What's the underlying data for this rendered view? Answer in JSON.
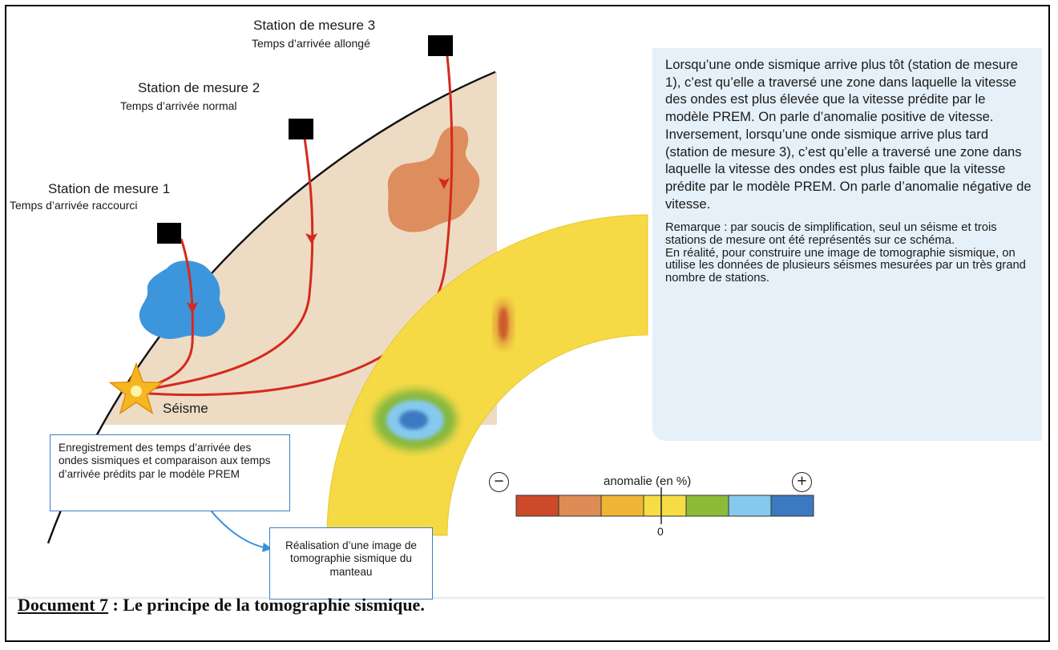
{
  "stations": [
    {
      "name": "Station de mesure 1",
      "time": "Temps d’arrivée raccourci"
    },
    {
      "name": "Station de mesure 2",
      "time": "Temps d’arrivée normal"
    },
    {
      "name": "Station de mesure 3",
      "time": "Temps d’arrivée allongé"
    }
  ],
  "seisme_label": "Séisme",
  "explanation": {
    "para1": "Lorsqu’une onde sismique arrive plus tôt (station de mesure 1), c’est qu’elle a traversé une zone dans laquelle la vitesse des ondes est plus élevée que la vitesse prédite par le modèle PREM. On parle d’anomalie positive de vitesse.",
    "para2": "Inversement, lorsqu’une onde sismique arrive plus tard (station de mesure 3), c’est qu’elle a traversé une zone dans laquelle la vitesse des ondes est plus faible que la vitesse prédite par le modèle PREM. On parle d’anomalie négative de vitesse.",
    "note1": "Remarque : par soucis de simplification, seul un séisme et trois stations de mesure ont été représentés sur ce schéma.",
    "note2": "En réalité, pour construire une image de tomographie sismique, on utilise les données de plusieurs séismes mesurées par un très grand nombre de stations."
  },
  "recording_box": "Enregistrement des temps d’arrivée des ondes sismiques et comparaison aux temps d’arrivée prédits par le modèle PREM",
  "result_box": "Réalisation d’une image de tomographie sismique du manteau",
  "legend": {
    "title": "anomalie (en %)",
    "minus": "−",
    "plus": "+",
    "zero": "0",
    "colors": [
      "#cc4a2a",
      "#dd8c55",
      "#f0b535",
      "#f6dd46",
      "#8cbb3a",
      "#86c9ee",
      "#3c79c0"
    ]
  },
  "colors": {
    "mantle": "#eddcc3",
    "ray": "#d42a1e",
    "fast_anomaly": "#3d96dc",
    "slow_anomaly": "#de8e5e",
    "tomo_background": "#f5d945",
    "box_border": "#3a7fc4",
    "panel": "#e5f0f8"
  },
  "caption": {
    "doc": "Document 7",
    "rest": " : Le principe de la tomographie sismique."
  }
}
